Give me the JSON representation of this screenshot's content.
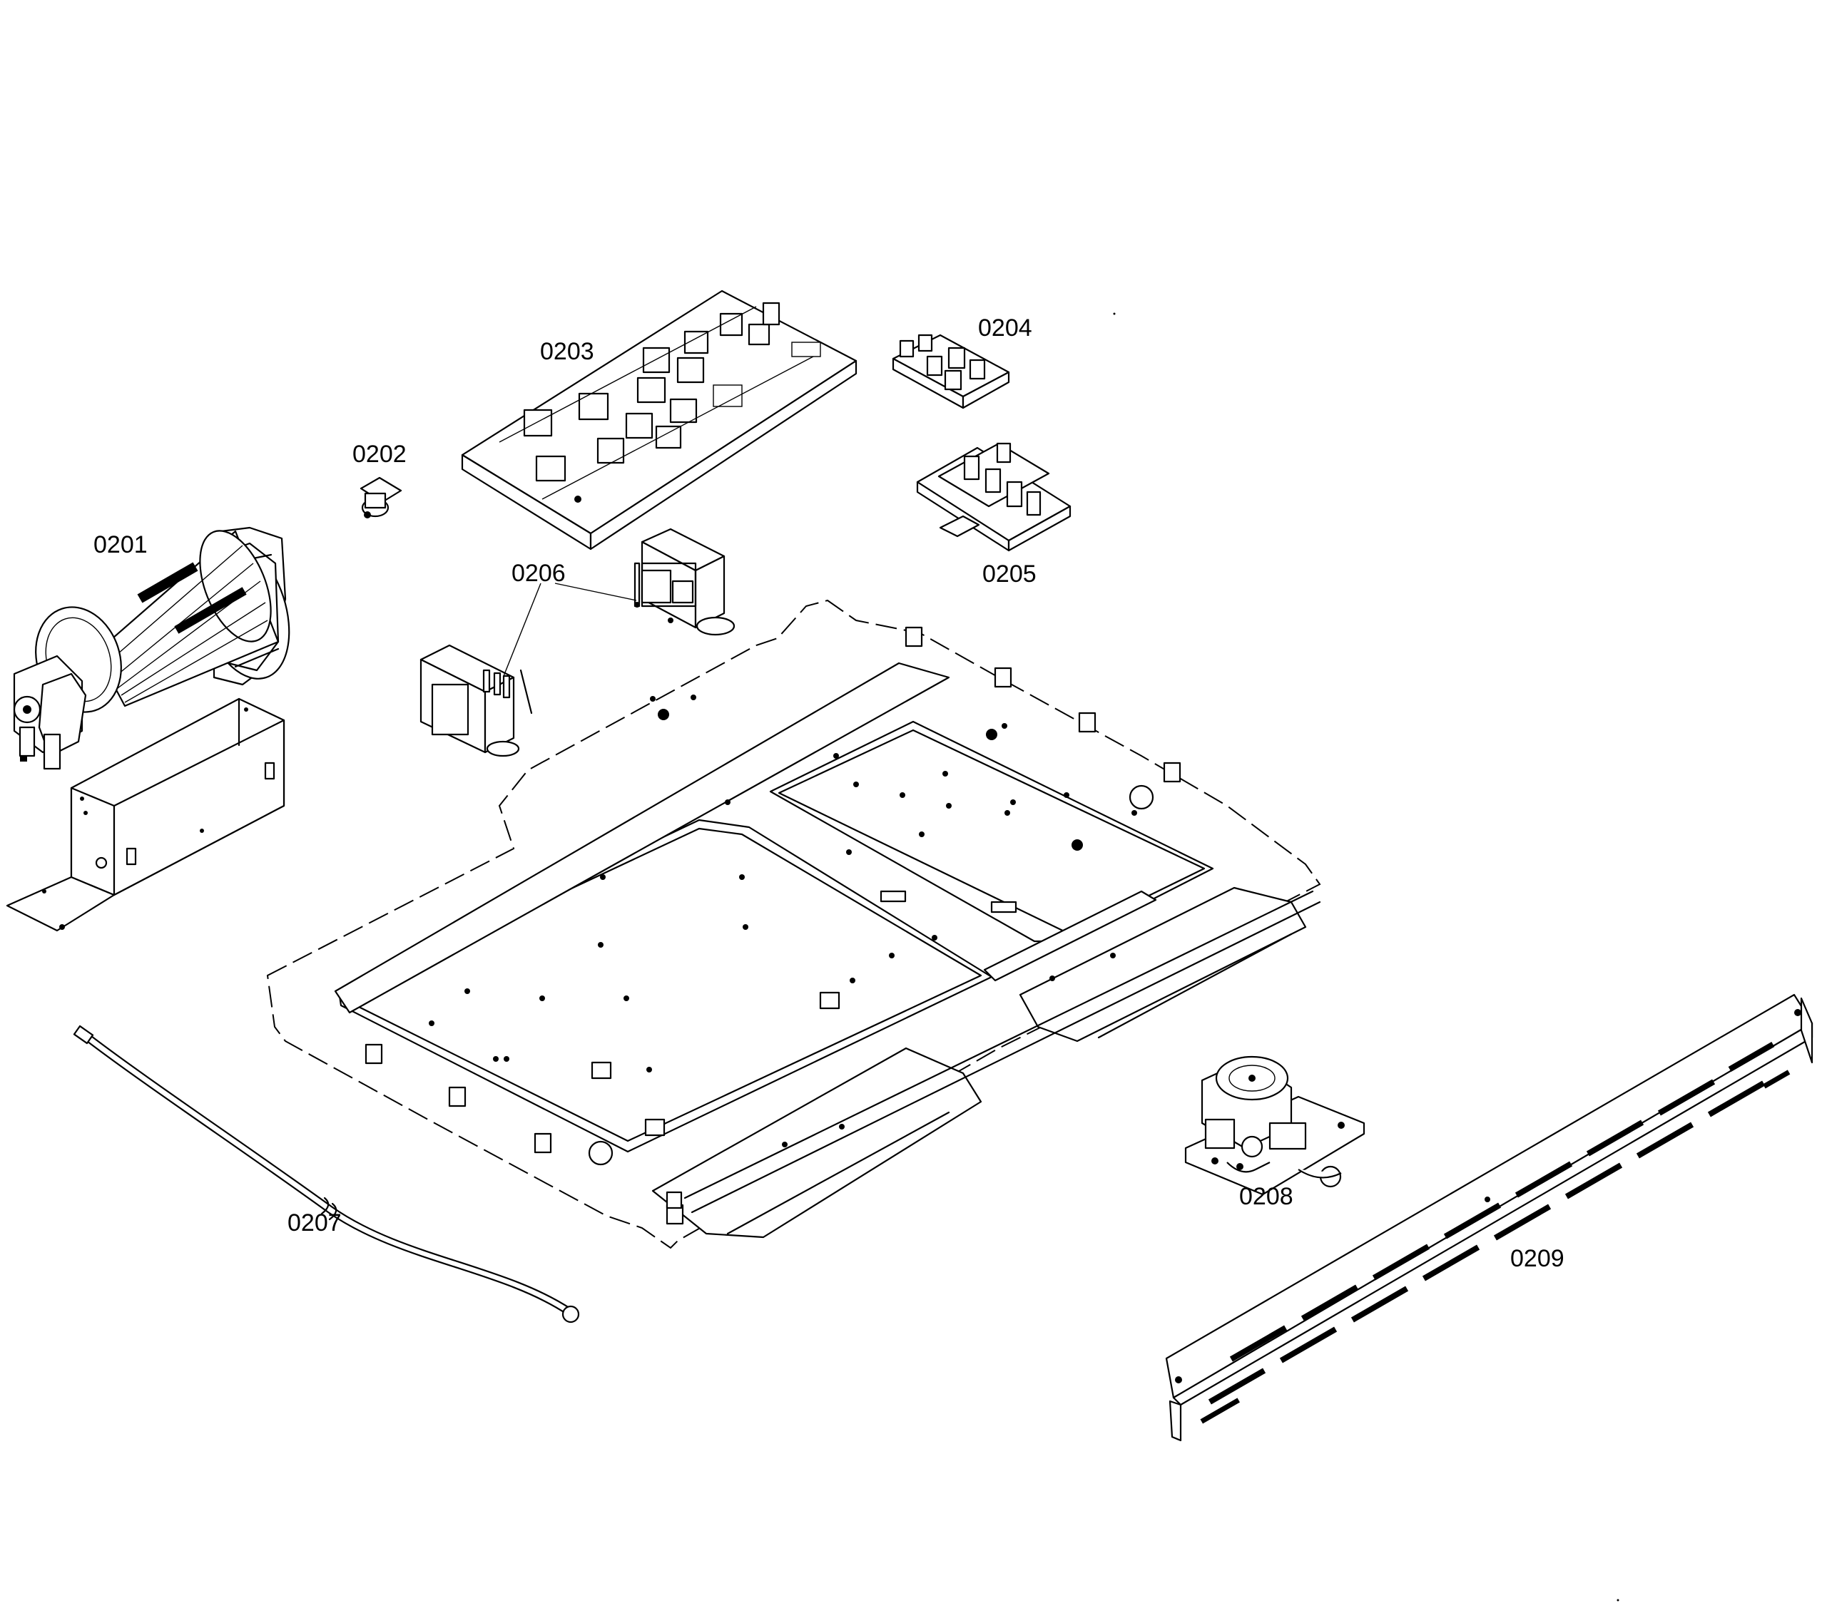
{
  "parts": [
    {
      "id": "0201",
      "label": "0201",
      "icon": "convection-fan-motor-icon"
    },
    {
      "id": "0202",
      "label": "0202",
      "icon": "thermostat-icon"
    },
    {
      "id": "0203",
      "label": "0203",
      "icon": "control-board-icon"
    },
    {
      "id": "0204",
      "label": "0204",
      "icon": "relay-board-icon"
    },
    {
      "id": "0205",
      "label": "0205",
      "icon": "terminal-block-icon"
    },
    {
      "id": "0206",
      "label": "0206",
      "icon": "transformer-icon"
    },
    {
      "id": "0207",
      "label": "0207",
      "icon": "wire-harness-icon"
    },
    {
      "id": "0208",
      "label": "0208",
      "icon": "door-lock-motor-icon"
    },
    {
      "id": "0209",
      "label": "0209",
      "icon": "vent-trim-icon"
    }
  ],
  "style": {
    "line_color": "#000000",
    "background": "#ffffff"
  }
}
